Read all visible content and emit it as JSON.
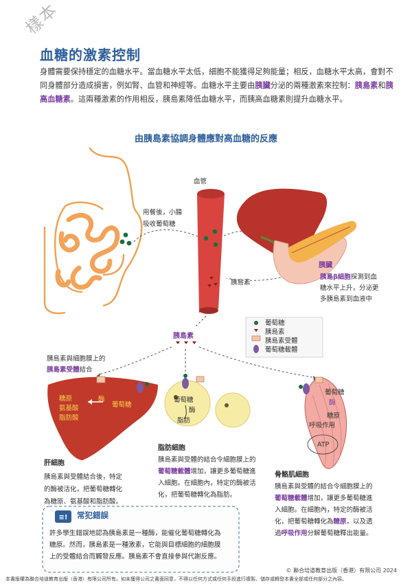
{
  "watermark": "樣本",
  "title": "血糖的激素控制",
  "intro": {
    "p1": "身體需要保持穩定的血糖水平。當血糖水平太低，細胞不能獲得足夠能量；相反，血糖水平太高，會對不同身體部分造成損害，例如腎、血管和神經等。血糖水平主要由",
    "pancreas": "胰臟",
    "p2": "分泌的兩種激素來控制：",
    "insulin": "胰島素",
    "and": "和",
    "glucagon": "胰高血糖素",
    "p3": "。這兩種激素的作用相反，胰島素降低血糖水平，而胰高血糖素則提升血糖水平。"
  },
  "figure": {
    "title": "由胰島素協調身體應對高血糖的反應",
    "blood_vessel": "血管",
    "intestine_label_1": "用餐後，小腸",
    "intestine_label_2": "吸收葡萄糖",
    "insulin_in_vessel": "胰島素",
    "pancreas_label": "胰臟",
    "pancreas_desc_hl": "胰島β細胞",
    "pancreas_desc_1": "探測到血",
    "pancreas_desc_2": "糖水平上升，分泌更",
    "pancreas_desc_3": "多胰島素到血液中",
    "insulin_out": "胰島素",
    "legend": [
      {
        "key": "glucose",
        "label": "葡萄糖"
      },
      {
        "key": "insulin",
        "label": "胰島素"
      },
      {
        "key": "receptor",
        "label": "胰島素受體"
      },
      {
        "key": "carrier",
        "label": "葡萄糖載體"
      }
    ],
    "receptor_note_1": "胰島素與細胞膜上的",
    "receptor_note_hl": "胰島素受體",
    "receptor_note_2": "結合",
    "liver_inside": [
      "糖原",
      "氨基酸",
      "脂肪酸"
    ],
    "liver_enzyme": "酶",
    "liver_glucose": "葡萄糖",
    "liver_cell": {
      "title": "肝細胞",
      "text": [
        "胰島素與受體結合後，特定",
        "的酶被活化，把葡萄糖轉化",
        "為糖原、氨基酸和脂肪酸。"
      ]
    },
    "fat_inside": [
      "葡萄糖",
      "酶",
      "脂肪"
    ],
    "fat_cell": {
      "title": "脂肪細胞",
      "line1": "胰島素與受體的結合令細胞膜上的",
      "hl": "葡萄糖載體",
      "line2": "增加，讓更多葡萄糖進",
      "line3": "入細胞。在細胞內，特定的酶被活",
      "line4": "化，把葡萄糖轉化為脂肪。"
    },
    "muscle_inside": [
      "葡萄糖",
      "酶",
      "糖原",
      "呼吸作用",
      "ATP"
    ],
    "muscle_cell": {
      "title": "骨骼肌細胞",
      "line1": "胰島素與受體的結合令細胞膜上的",
      "hl": "葡萄糖載體",
      "line2": "增加，讓更多葡萄糖進",
      "line3": "入細胞。在細胞內，特定的酶被活",
      "line4a": "化，把葡萄糖轉化為",
      "hl2": "糖原",
      "line4b": "，以及透",
      "line5a": "過",
      "hl3": "呼吸作用",
      "line5b": "分解葡萄糖釋出能量。"
    }
  },
  "myth": {
    "title": "常犯錯誤",
    "text": [
      "許多學生錯誤地認為胰島素是一種酶，能催化葡萄糖轉化為",
      "糖原。然而，胰島素是一種激素，它能與目標細胞的細胞膜",
      "上的受體結合而觸發反應。胰島素不會直接參與代謝反應。"
    ]
  },
  "copyright": "© 聯合培道教育出版（香港）有限公司 2024",
  "footer": "本書版權為聯合培道教育出版（香港）有限公司所有。如未獲得公司之書面同意，不得以任何方式或任何手段進行複製、儲存或轉發本書全部或任何部分之內容。",
  "colors": {
    "title": "#2f5f9a",
    "highlight": "#7b3fa0",
    "vessel": "#d9443f",
    "liver": "#c0392b",
    "muscle": "#f1a7a0",
    "fat": "#f4e39a",
    "intestine": "#f2a560"
  }
}
